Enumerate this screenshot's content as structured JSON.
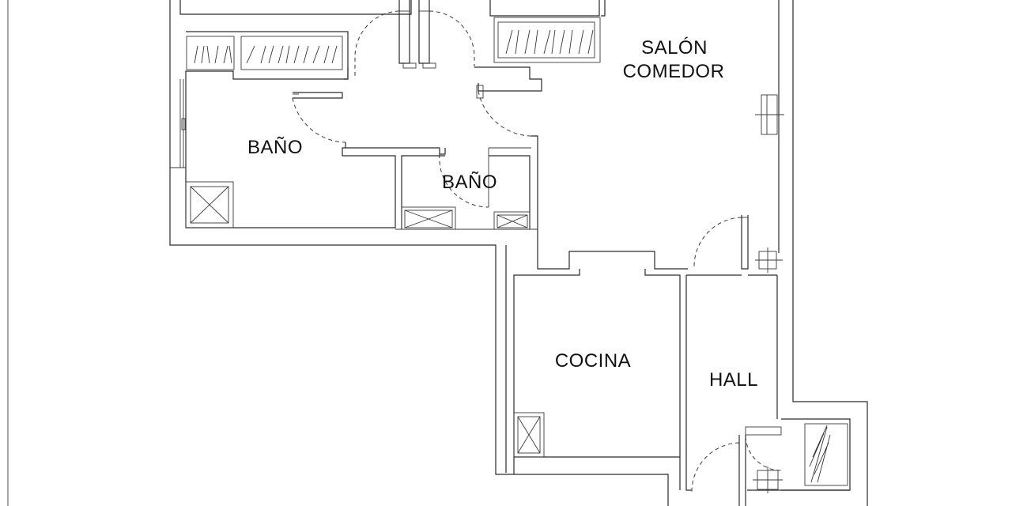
{
  "rooms": {
    "salon_line1": "SALÓN",
    "salon_line2": "COMEDOR",
    "bano_1": "BAÑO",
    "bano_2": "BAÑO",
    "cocina": "COCINA",
    "hall": "HALL"
  },
  "colors": {
    "background": "#ffffff",
    "lines": "#2a2a2a",
    "text": "#111111"
  }
}
